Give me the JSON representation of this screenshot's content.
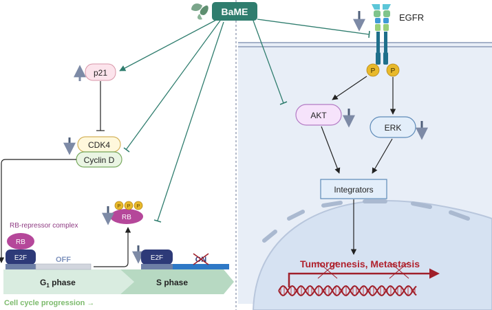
{
  "center": {
    "title": "BaME"
  },
  "left": {
    "p21": "p21",
    "cdk4": "CDK4",
    "cyclin_d": "Cyclin D",
    "rb_complex_label": "RB-repressor complex",
    "rb": "RB",
    "e2f": "E2F",
    "off": "OFF",
    "on": "ON",
    "phospho": "P",
    "g1_phase": "G",
    "g1_sub": "1",
    "g1_suffix": " phase",
    "s_phase": "S phase",
    "progression": "Cell cycle progression →"
  },
  "right": {
    "egfr": "EGFR",
    "phospho": "P",
    "akt": "AKT",
    "erk": "ERK",
    "integrators": "Integrators",
    "outcome": "Tumorgenesis, Metastasis"
  },
  "colors": {
    "bame": "#2f7d6e",
    "arrow_green": "#2f7d6e",
    "down_arrow": "#4f5f7a",
    "red": "#a01f2a",
    "phospho": "#e8b92b",
    "e2f": "#2d3a78",
    "rb": "#b5479a",
    "cell_bg": "#e8eef7",
    "nucleus": "#dbe6f4",
    "s_bar": "#2e78c6"
  }
}
